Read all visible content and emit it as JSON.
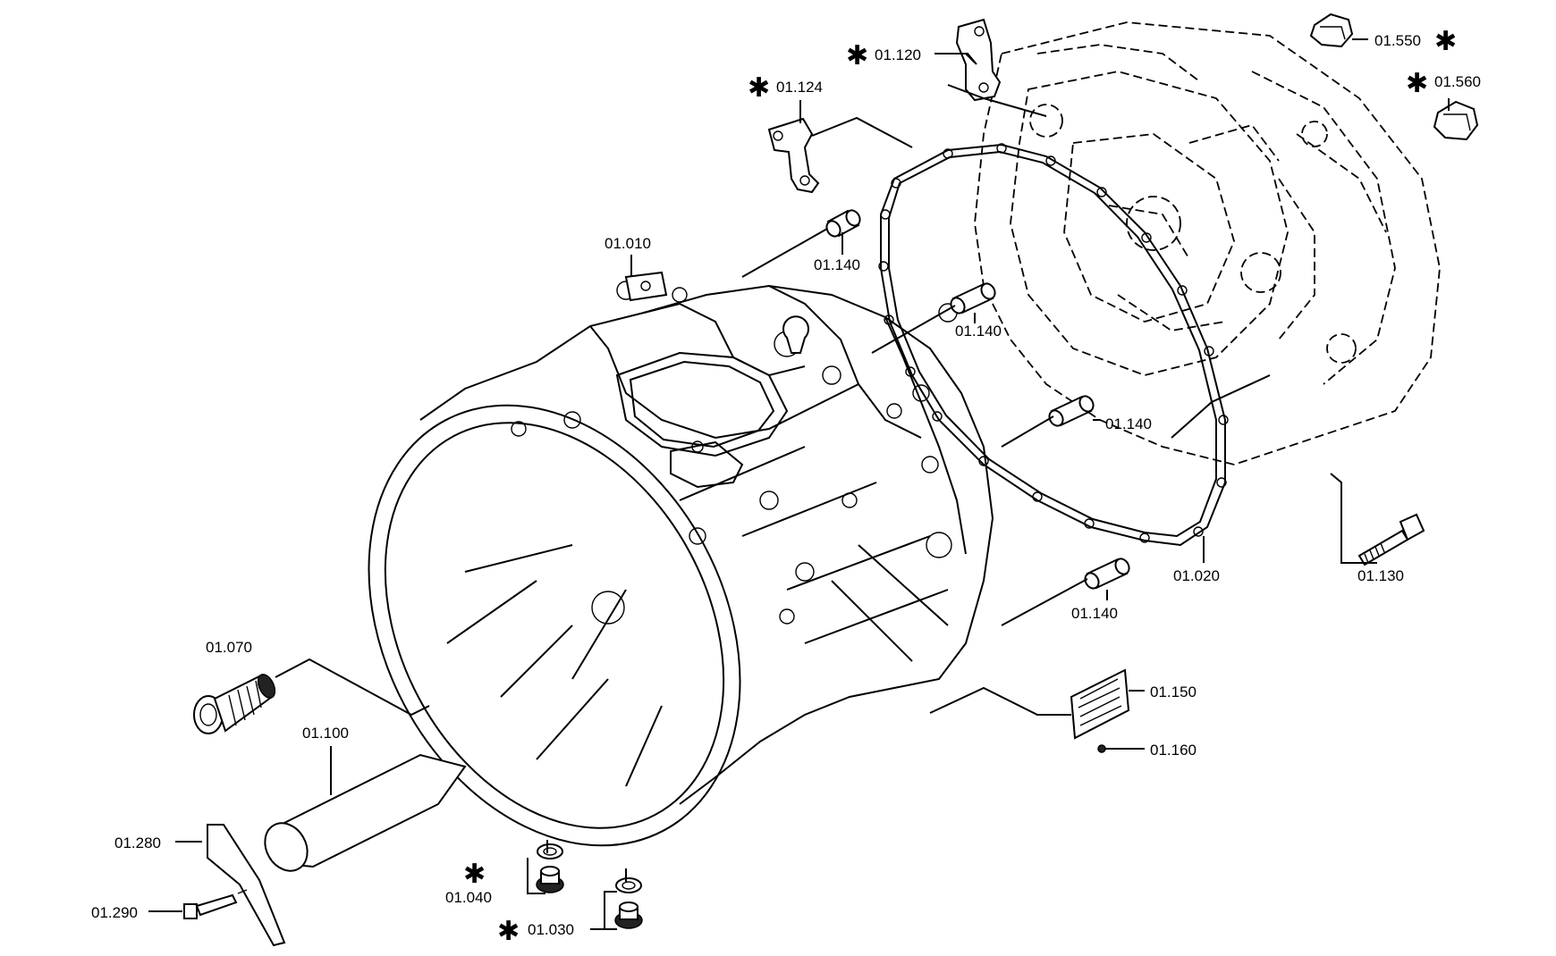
{
  "labels": {
    "l01010": "01.010",
    "l01020": "01.020",
    "l01030": "01.030",
    "l01040": "01.040",
    "l01070": "01.070",
    "l01100": "01.100",
    "l01120": "01.120",
    "l01124": "01.124",
    "l01130": "01.130",
    "l01140a": "01.140",
    "l01140b": "01.140",
    "l01140c": "01.140",
    "l01140d": "01.140",
    "l01150": "01.150",
    "l01160": "01.160",
    "l01280": "01.280",
    "l01290": "01.290",
    "l01550": "01.550",
    "l01560": "01.560"
  },
  "marker": "✱"
}
